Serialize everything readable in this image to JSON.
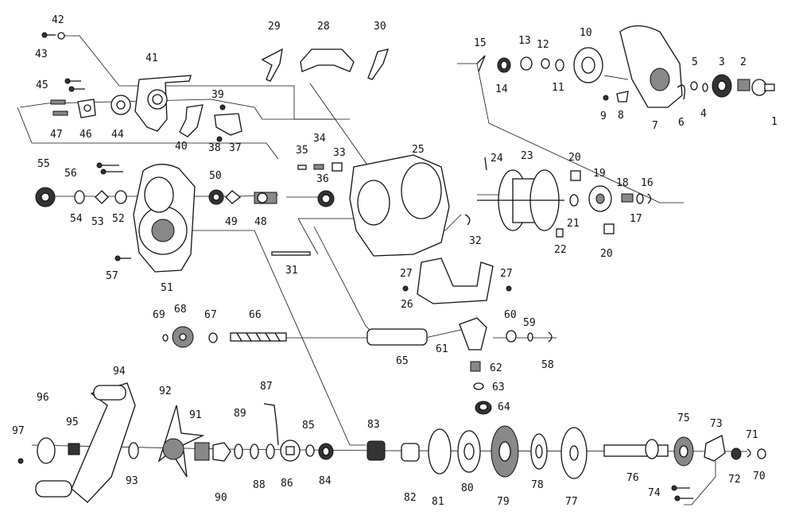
{
  "diagram": {
    "labels": [
      {
        "id": "1",
        "text": "1"
      },
      {
        "id": "2",
        "text": "2"
      },
      {
        "id": "3",
        "text": "3"
      },
      {
        "id": "4",
        "text": "4"
      },
      {
        "id": "5",
        "text": "5"
      },
      {
        "id": "6",
        "text": "6"
      },
      {
        "id": "7",
        "text": "7"
      },
      {
        "id": "8",
        "text": "8"
      },
      {
        "id": "9",
        "text": "9"
      },
      {
        "id": "10",
        "text": "10"
      },
      {
        "id": "11",
        "text": "11"
      },
      {
        "id": "12",
        "text": "12"
      },
      {
        "id": "13",
        "text": "13"
      },
      {
        "id": "14",
        "text": "14"
      },
      {
        "id": "15",
        "text": "15"
      },
      {
        "id": "16",
        "text": "16"
      },
      {
        "id": "17",
        "text": "17"
      },
      {
        "id": "18",
        "text": "18"
      },
      {
        "id": "19",
        "text": "19"
      },
      {
        "id": "20a",
        "text": "20"
      },
      {
        "id": "20b",
        "text": "20"
      },
      {
        "id": "21",
        "text": "21"
      },
      {
        "id": "22",
        "text": "22"
      },
      {
        "id": "23",
        "text": "23"
      },
      {
        "id": "24",
        "text": "24"
      },
      {
        "id": "25",
        "text": "25"
      },
      {
        "id": "26",
        "text": "26"
      },
      {
        "id": "27a",
        "text": "27"
      },
      {
        "id": "27b",
        "text": "27"
      },
      {
        "id": "28",
        "text": "28"
      },
      {
        "id": "29",
        "text": "29"
      },
      {
        "id": "30",
        "text": "30"
      },
      {
        "id": "31",
        "text": "31"
      },
      {
        "id": "32",
        "text": "32"
      },
      {
        "id": "33",
        "text": "33"
      },
      {
        "id": "34",
        "text": "34"
      },
      {
        "id": "35",
        "text": "35"
      },
      {
        "id": "36",
        "text": "36"
      },
      {
        "id": "37",
        "text": "37"
      },
      {
        "id": "38",
        "text": "38"
      },
      {
        "id": "39",
        "text": "39"
      },
      {
        "id": "40",
        "text": "40"
      },
      {
        "id": "41",
        "text": "41"
      },
      {
        "id": "42",
        "text": "42"
      },
      {
        "id": "43",
        "text": "43"
      },
      {
        "id": "44",
        "text": "44"
      },
      {
        "id": "45",
        "text": "45"
      },
      {
        "id": "46",
        "text": "46"
      },
      {
        "id": "47",
        "text": "47"
      },
      {
        "id": "48",
        "text": "48"
      },
      {
        "id": "49",
        "text": "49"
      },
      {
        "id": "50",
        "text": "50"
      },
      {
        "id": "51",
        "text": "51"
      },
      {
        "id": "52",
        "text": "52"
      },
      {
        "id": "53",
        "text": "53"
      },
      {
        "id": "54",
        "text": "54"
      },
      {
        "id": "55",
        "text": "55"
      },
      {
        "id": "56",
        "text": "56"
      },
      {
        "id": "57",
        "text": "57"
      },
      {
        "id": "58",
        "text": "58"
      },
      {
        "id": "59",
        "text": "59"
      },
      {
        "id": "60",
        "text": "60"
      },
      {
        "id": "61",
        "text": "61"
      },
      {
        "id": "62",
        "text": "62"
      },
      {
        "id": "63",
        "text": "63"
      },
      {
        "id": "64",
        "text": "64"
      },
      {
        "id": "65",
        "text": "65"
      },
      {
        "id": "66",
        "text": "66"
      },
      {
        "id": "67",
        "text": "67"
      },
      {
        "id": "68",
        "text": "68"
      },
      {
        "id": "69",
        "text": "69"
      },
      {
        "id": "70",
        "text": "70"
      },
      {
        "id": "71",
        "text": "71"
      },
      {
        "id": "72",
        "text": "72"
      },
      {
        "id": "73",
        "text": "73"
      },
      {
        "id": "74",
        "text": "74"
      },
      {
        "id": "75",
        "text": "75"
      },
      {
        "id": "76",
        "text": "76"
      },
      {
        "id": "77",
        "text": "77"
      },
      {
        "id": "78",
        "text": "78"
      },
      {
        "id": "79",
        "text": "79"
      },
      {
        "id": "80",
        "text": "80"
      },
      {
        "id": "81",
        "text": "81"
      },
      {
        "id": "82",
        "text": "82"
      },
      {
        "id": "83",
        "text": "83"
      },
      {
        "id": "84",
        "text": "84"
      },
      {
        "id": "85",
        "text": "85"
      },
      {
        "id": "86",
        "text": "86"
      },
      {
        "id": "87",
        "text": "87"
      },
      {
        "id": "88",
        "text": "88"
      },
      {
        "id": "89",
        "text": "89"
      },
      {
        "id": "90",
        "text": "90"
      },
      {
        "id": "91",
        "text": "91"
      },
      {
        "id": "92",
        "text": "92"
      },
      {
        "id": "93",
        "text": "93"
      },
      {
        "id": "94",
        "text": "94"
      },
      {
        "id": "95",
        "text": "95"
      },
      {
        "id": "96",
        "text": "96"
      },
      {
        "id": "97",
        "text": "97"
      }
    ]
  }
}
